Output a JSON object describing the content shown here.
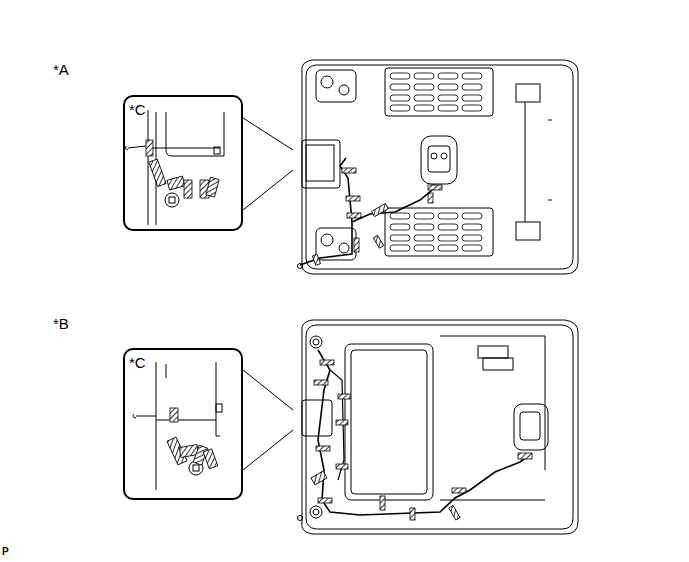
{
  "diagram": {
    "nodes": [
      {
        "text": [
          "*C"
        ]
      },
      {
        "text": [
          "*C"
        ]
      }
    ],
    "labels": [
      "*A",
      "*B",
      "P"
    ]
  }
}
